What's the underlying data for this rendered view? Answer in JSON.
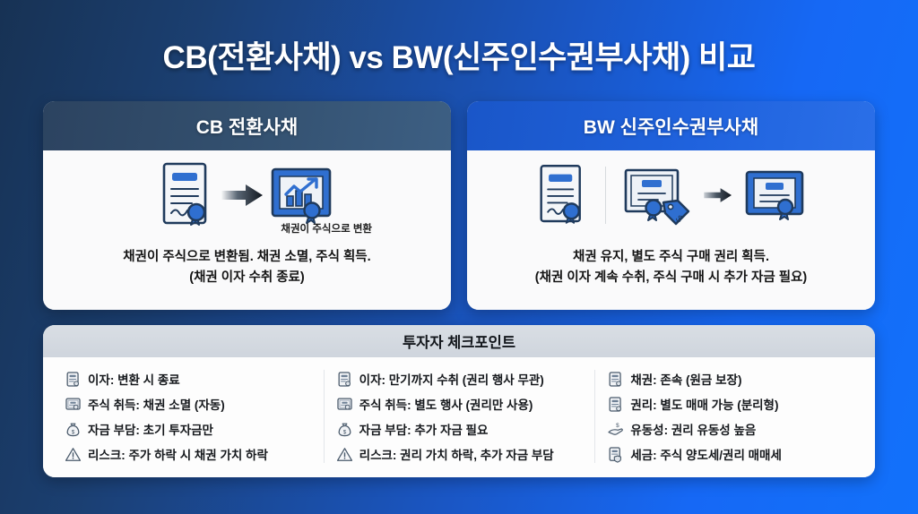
{
  "title": "CB(전환사채) vs BW(신주인수권부사채) 비교",
  "cards": [
    {
      "header": "CB 전환사채",
      "art_caption": "채권이 주식으로 변환",
      "art_icons": [
        "bond-certificate-icon",
        "arrow-right-icon",
        "stock-certificate-chart-icon"
      ],
      "desc_line1": "채권이 주식으로 변환됨. 채권 소멸, 주식 획득.",
      "desc_line2": "(채권 이자 수취 종료)"
    },
    {
      "header": "BW 신주인수권부사채",
      "art_caption": "",
      "art_icons": [
        "bond-certificate-icon",
        "warrant-tag-certificate-icon",
        "arrow-right-icon",
        "stock-certificate-icon"
      ],
      "desc_line1": "채권 유지, 별도 주식 구매 권리 획득.",
      "desc_line2": "(채권 이자 계속 수취, 주식 구매 시 추가 자금 필요)"
    }
  ],
  "checkpoint": {
    "header": "투자자 체크포인트",
    "columns": [
      {
        "items": [
          {
            "icon": "document-icon",
            "text": "이자: 변환 시 종료"
          },
          {
            "icon": "certificate-icon",
            "text": "주식 취득: 채권 소멸 (자동)"
          },
          {
            "icon": "money-bag-icon",
            "text": "자금 부담: 초기 투자금만"
          },
          {
            "icon": "warning-triangle-icon",
            "text": "리스크: 주가 하락 시 채권 가치 하락"
          }
        ]
      },
      {
        "items": [
          {
            "icon": "document-icon",
            "text": "이자: 만기까지 수취 (권리 행사 무관)"
          },
          {
            "icon": "certificate-icon",
            "text": "주식 취득: 별도 행사 (권리만 사용)"
          },
          {
            "icon": "money-bag-icon",
            "text": "자금 부담: 추가 자금 필요"
          },
          {
            "icon": "warning-triangle-icon",
            "text": "리스크: 권리 가치 하락, 추가 자금 부담"
          }
        ]
      },
      {
        "items": [
          {
            "icon": "document-icon",
            "text": "채권: 존속 (원금 보장)"
          },
          {
            "icon": "document-icon",
            "text": "권리: 별도 매매 가능 (분리형)"
          },
          {
            "icon": "hand-dollar-icon",
            "text": "유동성: 권리 유동성 높음"
          },
          {
            "icon": "document-shield-icon",
            "text": "세금: 주식 양도세/권리 매매세"
          }
        ]
      }
    ]
  },
  "colors": {
    "bg_dark": "#173254",
    "bg_bright": "#1271fb",
    "cb_header": "#33506f",
    "bw_header": "#1f62dd",
    "panel_header": "#d3d9e0",
    "accent_blue": "#2f6fd0",
    "outline": "#1f3a5c"
  }
}
